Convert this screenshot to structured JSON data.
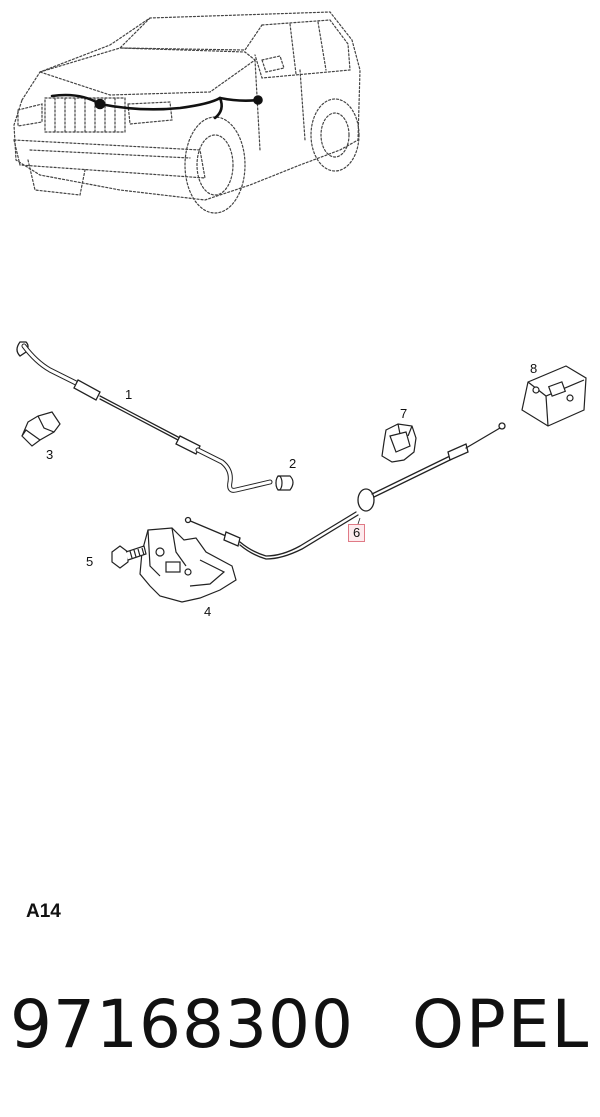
{
  "callouts": {
    "c1": "1",
    "c2": "2",
    "c3": "3",
    "c4": "4",
    "c5": "5",
    "c6": "6",
    "c7": "7",
    "c8": "8"
  },
  "section_code": "A14",
  "footer": {
    "part_number": "97168300",
    "brand": "OPEL"
  },
  "colors": {
    "line": "#222222",
    "highlight_border": "#e07a86",
    "highlight_fill": "#fdebee"
  }
}
